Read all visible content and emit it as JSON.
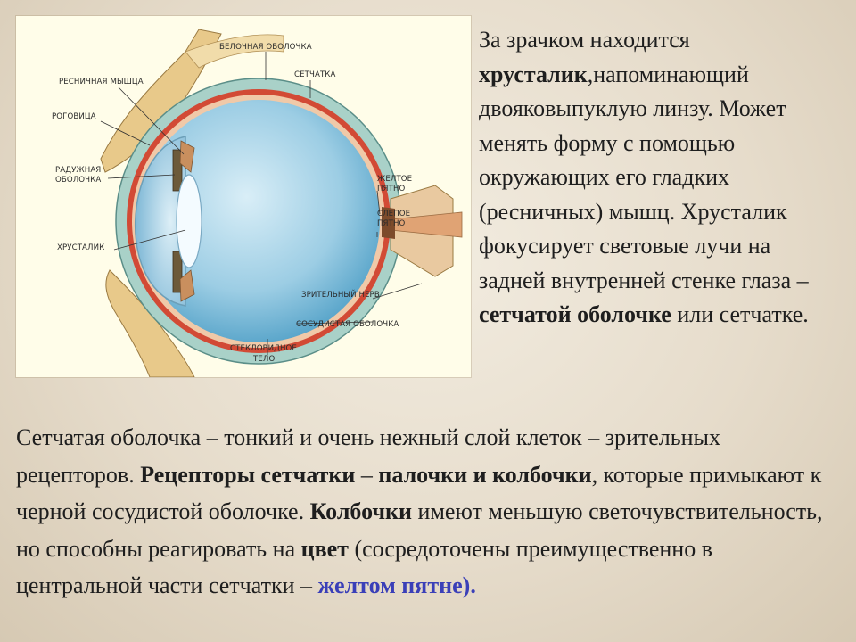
{
  "figure": {
    "labels": {
      "sclera": "БЕЛОЧНАЯ ОБОЛОЧКА",
      "retina": "СЕТЧАТКА",
      "ciliary": "РЕСНИЧНАЯ МЫШЦА",
      "cornea": "РОГОВИЦА",
      "iris_1": "РАДУЖНАЯ",
      "iris_2": "ОБОЛОЧКА",
      "lens": "ХРУСТАЛИК",
      "macula_1": "ЖЕЛТОЕ",
      "macula_2": "ПЯТНО",
      "blind_1": "СЛЕПОЕ",
      "blind_2": "ПЯТНО",
      "optic": "ЗРИТЕЛЬНЫЙ НЕРВ",
      "choroid": "СОСУДИСТАЯ ОБОЛОЧКА",
      "vitreous_1": "СТЕКЛОВИДНОЕ",
      "vitreous_2": "ТЕЛО"
    }
  },
  "side": {
    "p1": "За зрачком находится ",
    "p2": "хрусталик",
    "p3": ",напоминающий двояковыпуклую линзу. Может менять форму с помощью окружающих его гладких (ресничных) мышц. Хрусталик фокусирует световые лучи на задней внутренней стенке глаза – ",
    "p4": "сетчатой оболочке",
    "p5": " или сетчатке."
  },
  "bottom": {
    "s1": "Сетчатая оболочка – тонкий и очень нежный слой клеток – зрительных рецепторов. ",
    "s2": "Рецепторы сетчатки",
    "s3": " – ",
    "s4": "палочки и колбочки",
    "s5": ", которые примыкают к черной сосудистой оболочке. ",
    "s6": "Колбочки",
    "s7": " имеют меньшую светочувствительность, но способны реагировать на ",
    "s8": "цвет",
    "s9": " (сосредоточены преимущественно в центральной части сетчатки – ",
    "s10": "желтом пятне",
    "s11": ")."
  },
  "colors": {
    "background": "#e6dccb",
    "highlight_blue": "#3a3fb8",
    "eye_blue": "#8fc4df",
    "retina_red": "#d24a35",
    "eyelid_yellow": "#e8c98a"
  }
}
